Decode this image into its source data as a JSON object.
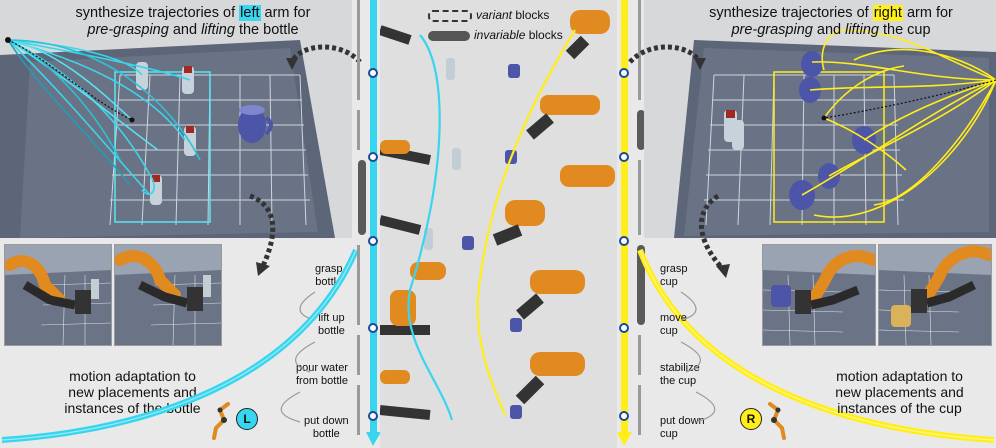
{
  "left": {
    "title_prefix": "synthesize trajectories of ",
    "title_highlight": "left",
    "title_suffix": " arm for",
    "title_line2_a": "pre-grasping",
    "title_line2_b": " and ",
    "title_line2_c": "lifting",
    "title_line2_d": " the bottle",
    "steps": [
      "grasp\nbottle",
      "lift up\nbottle",
      "pour water\nfrom bottle",
      "put down\nbottle"
    ],
    "caption": [
      "motion adaptation to",
      "new placements and",
      "instances of the bottle"
    ],
    "badge": "L",
    "accent": "#38d6ee"
  },
  "right": {
    "title_prefix": "synthesize trajectories of ",
    "title_highlight": "right",
    "title_suffix": " arm for",
    "title_line2_a": "pre-grasping",
    "title_line2_b": " and ",
    "title_line2_c": "lifting",
    "title_line2_d": " the cup",
    "steps": [
      "grasp\ncup",
      "move\ncup",
      "stabilize\nthe cup",
      "put down\ncup"
    ],
    "caption": [
      "motion adaptation to",
      "new placements and",
      "instances of the cup"
    ],
    "badge": "R",
    "accent": "#ffee1a"
  },
  "legend": {
    "variant": "variant",
    "variant_suffix": " blocks",
    "invariable": "invariable",
    "invariable_suffix": " blocks"
  }
}
